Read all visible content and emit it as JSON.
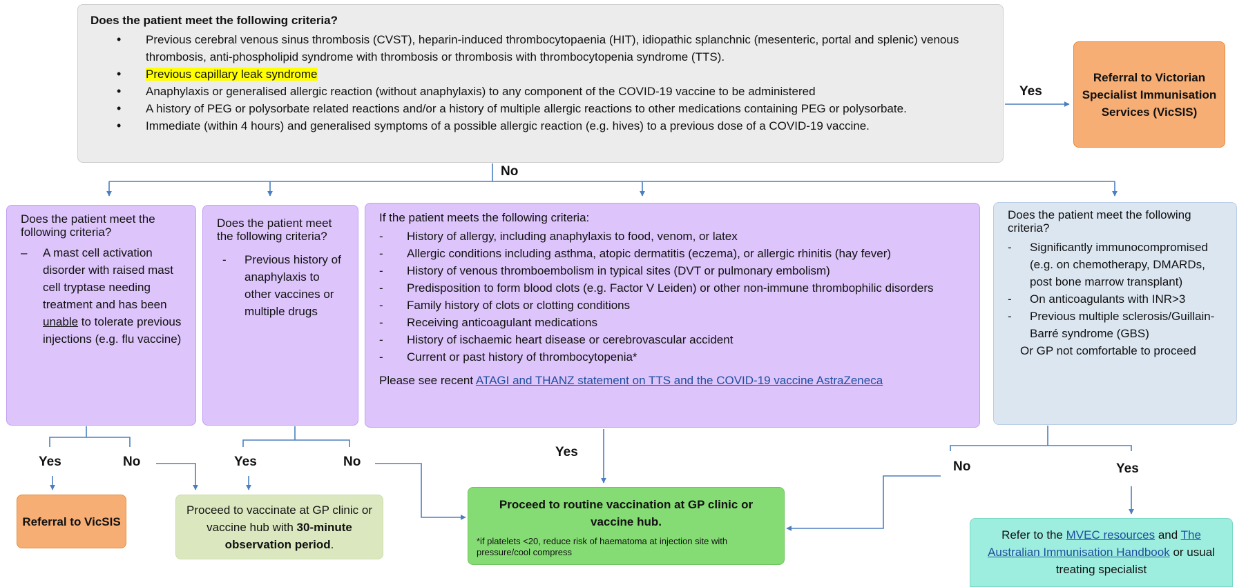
{
  "top_box": {
    "question": "Does the patient meet the following criteria?",
    "bullets": [
      "Previous cerebral venous sinus thrombosis (CVST), heparin-induced thrombocytopaenia (HIT), idiopathic splanchnic (mesenteric, portal and splenic) venous thrombosis, anti-phospholipid syndrome with thrombosis or thrombosis with thrombocytopenia syndrome (TTS).",
      "Previous capillary leak syndrome",
      "Anaphylaxis or generalised allergic reaction (without anaphylaxis) to any component of the COVID-19 vaccine to be administered",
      "A history of PEG or polysorbate related reactions and/or a history of multiple allergic reactions to other medications containing PEG or polysorbate.",
      "Immediate (within 4 hours) and generalised symptoms of a possible allergic reaction (e.g. hives) to a previous dose of a COVID-19 vaccine."
    ]
  },
  "referral_main": "Referral to Victorian Specialist Immunisation Services (VicSIS)",
  "labels": {
    "yes": "Yes",
    "no": "No"
  },
  "box1": {
    "question": "Does the patient meet the following criteria?",
    "item_a": "A mast cell activation disorder with raised mast cell tryptase needing treatment and has been ",
    "item_u": "unable",
    "item_b": " to tolerate previous injections (e.g. flu vaccine)"
  },
  "box2": {
    "question": "Does the patient meet the following criteria?",
    "item": "Previous history of anaphylaxis to other vaccines or multiple drugs"
  },
  "box3": {
    "question": "If the patient meets the following criteria:",
    "items": [
      "History of allergy, including anaphylaxis to food, venom, or latex",
      "Allergic conditions including asthma, atopic dermatitis (eczema), or allergic rhinitis (hay fever)",
      "History of venous thromboembolism in typical sites (DVT or pulmonary embolism)",
      "Predisposition to form blood clots (e.g. Factor V Leiden) or other non-immune thrombophilic disorders",
      "Family history of clots or clotting conditions",
      "Receiving anticoagulant medications",
      "History of ischaemic heart disease or cerebrovascular accident",
      "Current or past history of thrombocytopenia*"
    ],
    "see_prefix": "Please see recent ",
    "see_link": "ATAGI and THANZ statement on TTS and the COVID-19 vaccine AstraZeneca"
  },
  "box4": {
    "question": "Does the patient meet the following criteria?",
    "items": [
      "Significantly immunocompromised (e.g. on chemotherapy, DMARDs, post bone marrow transplant)",
      "On anticoagulants with INR>3",
      "Previous multiple sclerosis/Guillain-Barré syndrome (GBS)"
    ],
    "after": "Or GP not comfortable to proceed"
  },
  "referral_small": "Referral to VicSIS",
  "observation": {
    "text": "Proceed to vaccinate at GP clinic or vaccine hub with ",
    "bold": "30-minute observation period",
    "end": "."
  },
  "routine": {
    "main": "Proceed to routine vaccination at GP clinic or vaccine hub.",
    "note": "*if platelets <20, reduce risk of haematoma at injection site with pressure/cool compress"
  },
  "refer": {
    "prefix": "Refer to the ",
    "link1": "MVEC resources",
    "mid": " and ",
    "link2": "The Australian Immunisation Handbook",
    "suffix": " or usual treating specialist"
  },
  "colors": {
    "arrow": "#4a7ebf",
    "orange": "#f7ae74",
    "purple": "#ddc4fb",
    "blue_box": "#dce6f1",
    "green": "#86dc74",
    "light_green": "#dbe8bf",
    "teal": "#9eeee0",
    "highlight": "#ffff00"
  }
}
